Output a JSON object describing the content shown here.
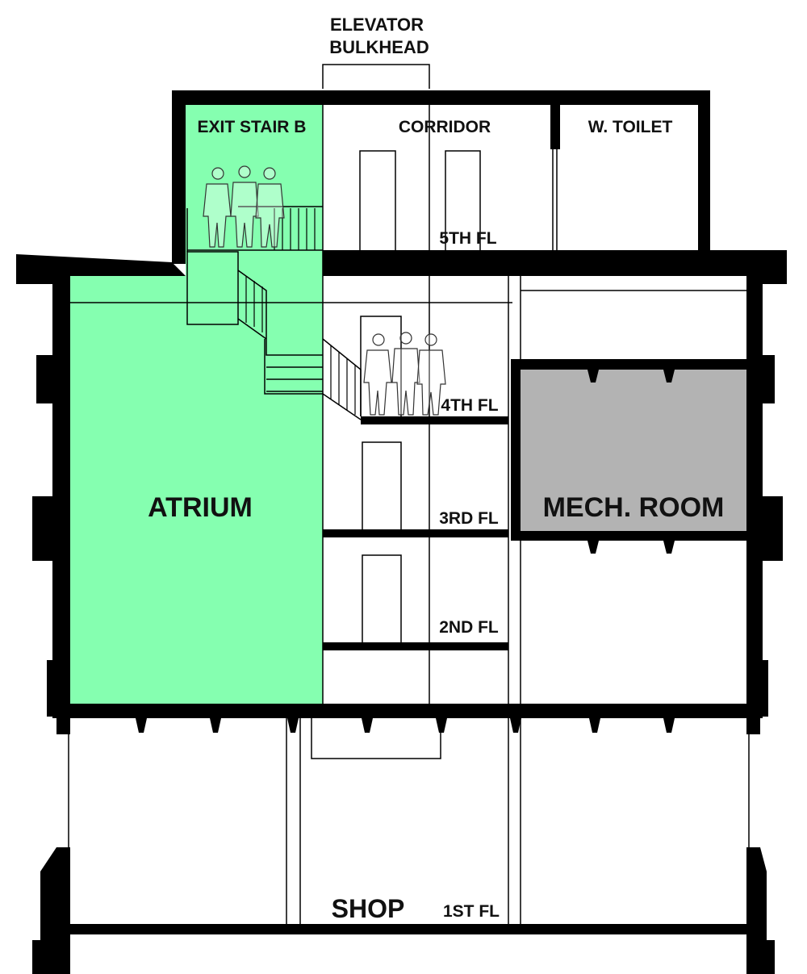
{
  "labels": {
    "elevator_bulkhead_line1": "ELEVATOR",
    "elevator_bulkhead_line2": "BULKHEAD",
    "exit_stair": "EXIT STAIR B",
    "corridor": "CORRIDOR",
    "toilet": "W. TOILET",
    "atrium": "ATRIUM",
    "mech_room": "MECH. ROOM",
    "shop": "SHOP"
  },
  "floors": {
    "fifth": "5TH FL",
    "fourth": "4TH FL",
    "third": "3RD FL",
    "second": "2ND FL",
    "first": "1ST FL"
  },
  "colors": {
    "atrium_fill": "#85FFB0",
    "mech_fill": "#B3B3B3",
    "structure": "#000000"
  }
}
